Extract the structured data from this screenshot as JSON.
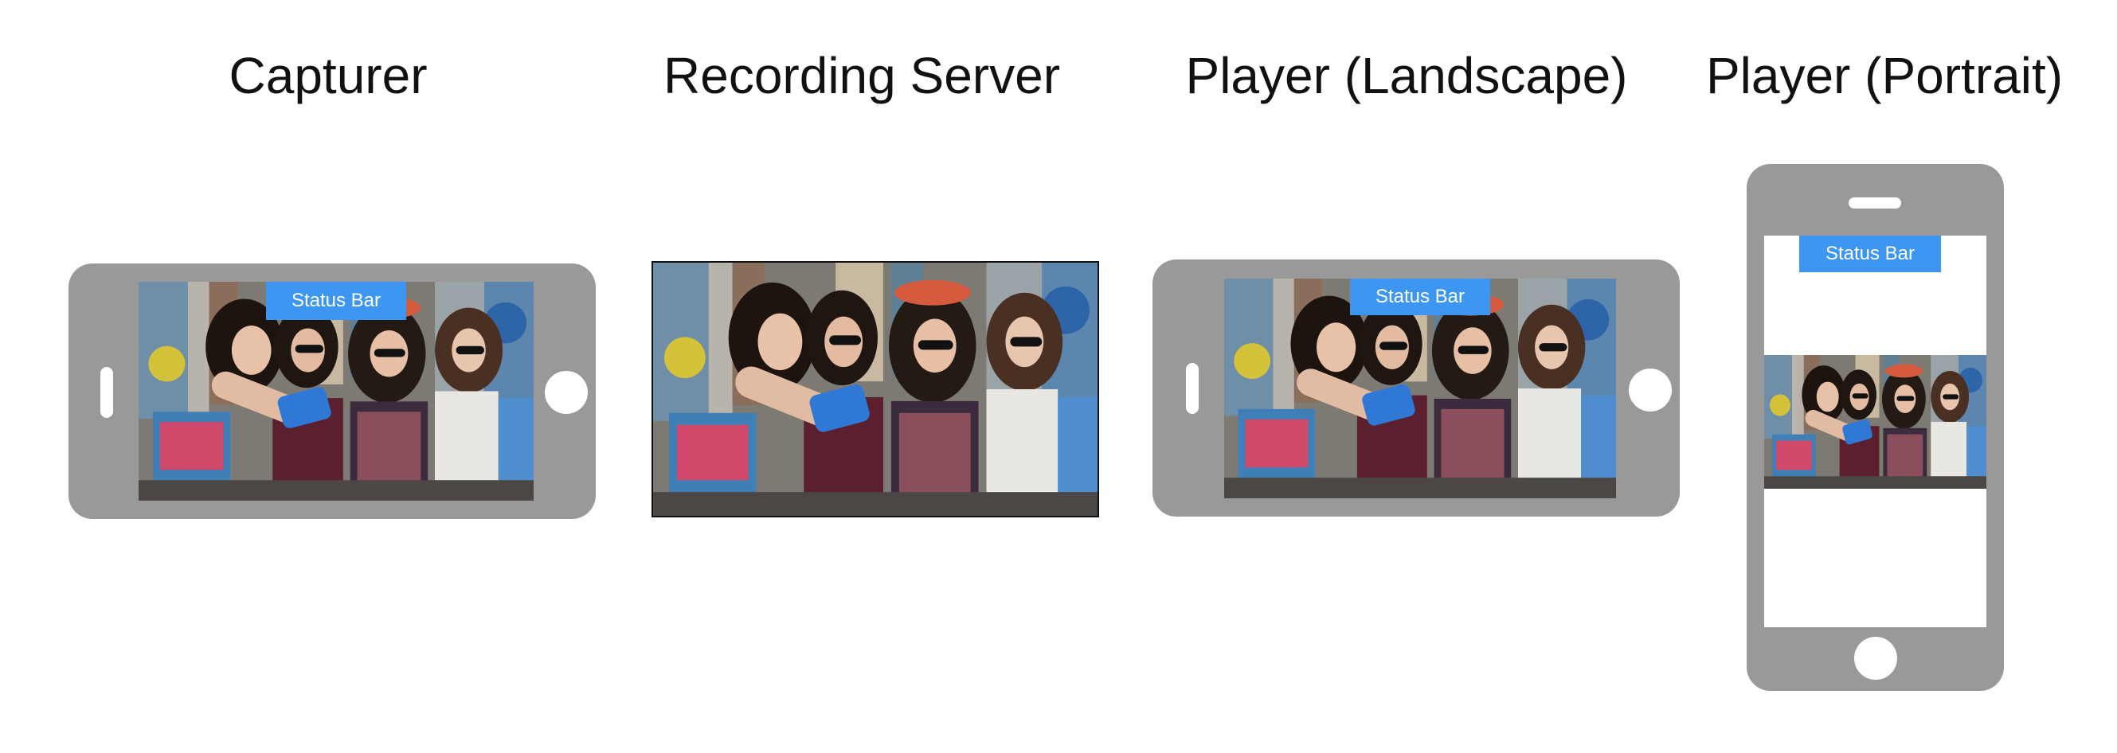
{
  "headings": {
    "capturer": "Capturer",
    "recording_server": "Recording Server",
    "player_landscape": "Player (Landscape)",
    "player_portrait": "Player (Portrait)"
  },
  "status_bar_label": "Status Bar",
  "colors": {
    "phone_frame": "#999999",
    "status_bar": "#3d96f2",
    "screen_background": "#ffffff"
  }
}
